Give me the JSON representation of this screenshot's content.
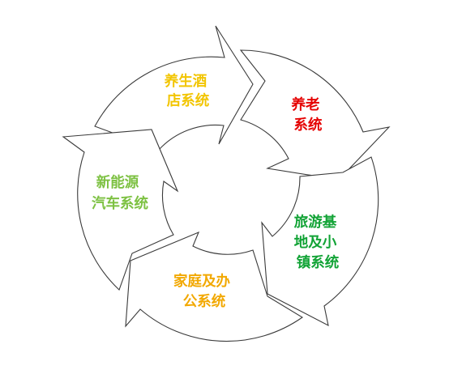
{
  "segments": [
    {
      "id": "hotel",
      "lines": [
        "养生酒",
        "店系统"
      ],
      "color": "#f2c500"
    },
    {
      "id": "elderly",
      "lines": [
        "养老",
        "系统"
      ],
      "color": "#e50000"
    },
    {
      "id": "tourism",
      "lines": [
        "旅游基",
        "地及小",
        "镇系统"
      ],
      "color": "#12a336"
    },
    {
      "id": "office",
      "lines": [
        "家庭及办",
        "公系统"
      ],
      "color": "#f2a800"
    },
    {
      "id": "energy",
      "lines": [
        "新能源",
        "汽车系统"
      ],
      "color": "#7dc142"
    }
  ]
}
